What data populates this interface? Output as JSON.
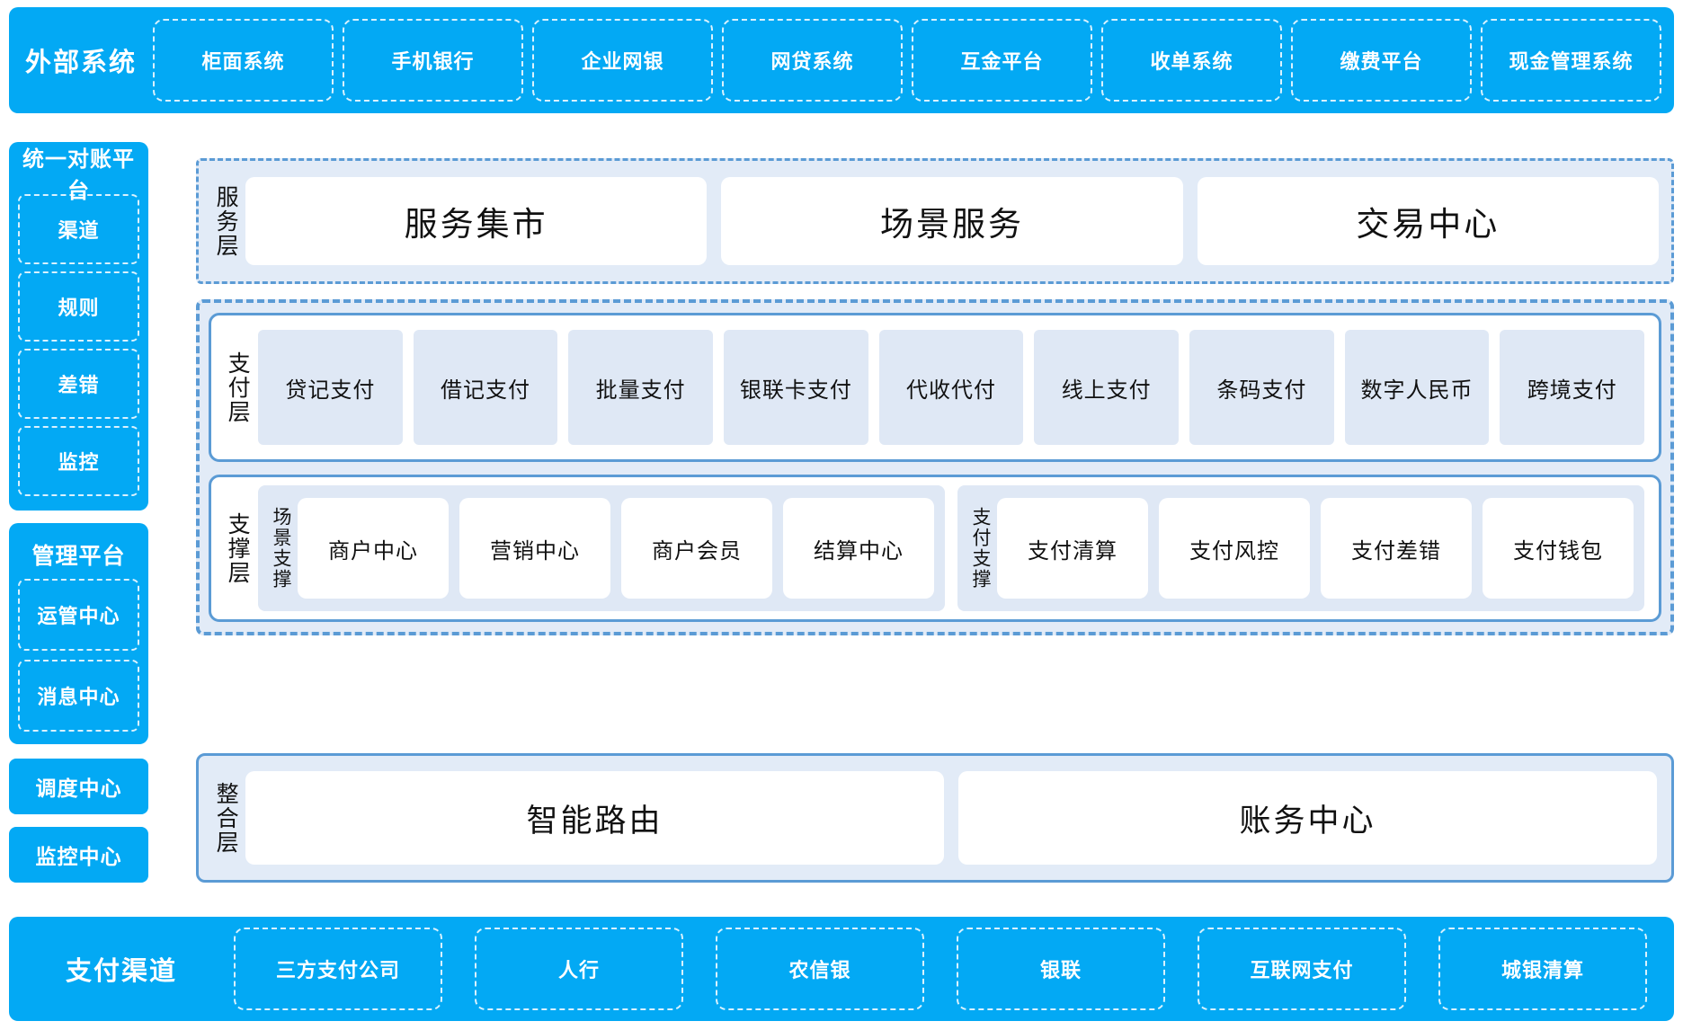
{
  "external_systems": {
    "title": "外部系统",
    "items": [
      "柜面系统",
      "手机银行",
      "企业网银",
      "网贷系统",
      "互金平台",
      "收单系统",
      "缴费平台",
      "现金管理系统"
    ]
  },
  "sidebar": {
    "reconciliation": {
      "title": "统一对账平台",
      "items": [
        "渠道",
        "规则",
        "差错",
        "监控"
      ]
    },
    "management": {
      "title": "管理平台",
      "items": [
        "运管中心",
        "消息中心"
      ]
    },
    "standalone": [
      "调度中心",
      "监控中心"
    ]
  },
  "service_layer": {
    "label": "服务层",
    "items": [
      "服务集市",
      "场景服务",
      "交易中心"
    ]
  },
  "payment_layer": {
    "label": "支付层",
    "items": [
      "贷记支付",
      "借记支付",
      "批量支付",
      "银联卡支付",
      "代收代付",
      "线上支付",
      "条码支付",
      "数字人民币",
      "跨境支付"
    ]
  },
  "support_layer": {
    "label": "支撑层",
    "groups": [
      {
        "label": "场景支撑",
        "items": [
          "商户中心",
          "营销中心",
          "商户会员",
          "结算中心"
        ]
      },
      {
        "label": "支付支撑",
        "items": [
          "支付清算",
          "支付风控",
          "支付差错",
          "支付钱包"
        ]
      }
    ]
  },
  "integration_layer": {
    "label": "整合层",
    "items": [
      "智能路由",
      "账务中心"
    ]
  },
  "payment_channels": {
    "title": "支付渠道",
    "items": [
      "三方支付公司",
      "人行",
      "农信银",
      "银联",
      "互联网支付",
      "城银清算"
    ]
  },
  "colors": {
    "brand_cyan": "#03a9f4",
    "layer_border": "#5b9bd5",
    "layer_bg": "#e2ebf7",
    "tile_bg": "#dfe8f5"
  }
}
